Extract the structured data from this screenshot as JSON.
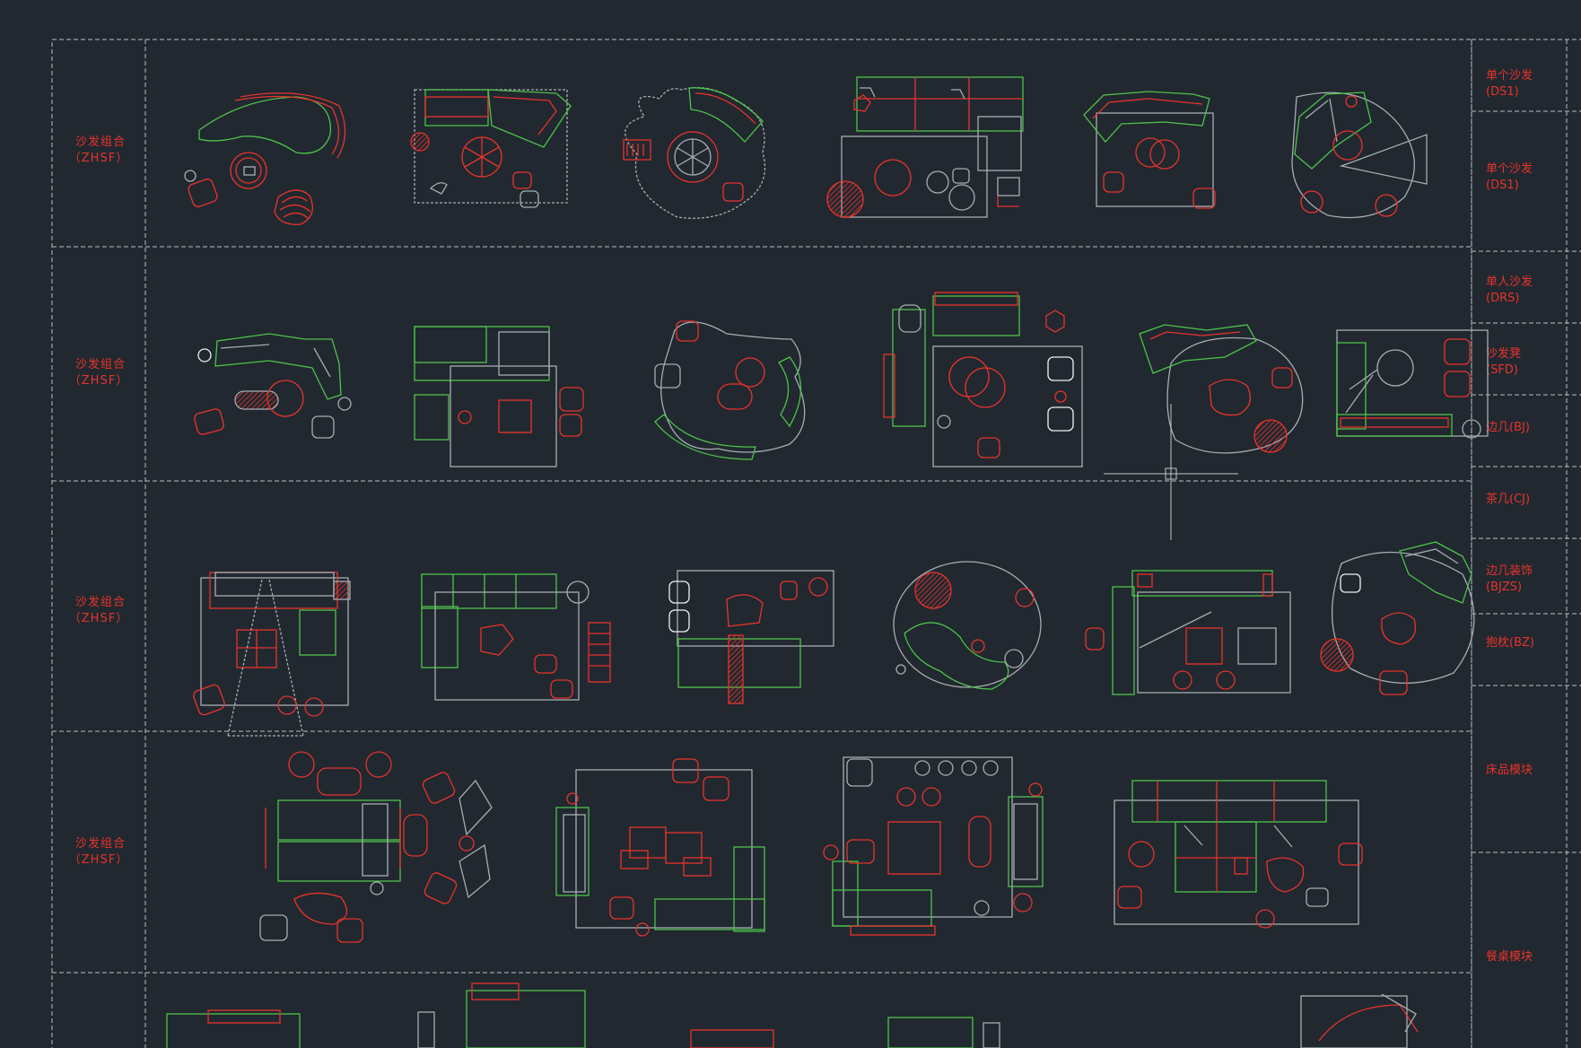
{
  "colors": {
    "background": "#212830",
    "red": "#e8332b",
    "green": "#4ec34a",
    "gray": "#a8adb3",
    "white": "#f0f0f0"
  },
  "row_labels": [
    {
      "line1": "沙发组合",
      "line2": "（ZHSF）"
    },
    {
      "line1": "沙发组合",
      "line2": "（ZHSF）"
    },
    {
      "line1": "沙发组合",
      "line2": "（ZHSF）"
    },
    {
      "line1": "沙发组合",
      "line2": "（ZHSF）"
    }
  ],
  "side_labels": [
    {
      "line1": "单个沙发",
      "line2": "(DS1)"
    },
    {
      "line1": "单个沙发",
      "line2": "(DS1)"
    },
    {
      "line1": "单人沙发",
      "line2": "(DRS)"
    },
    {
      "line1": "沙发凳",
      "line2": "(SFD)"
    },
    {
      "line1": "边几(BJ)",
      "line2": ""
    },
    {
      "line1": "茶几(CJ)",
      "line2": ""
    },
    {
      "line1": "边几装饰",
      "line2": "(BJZS)"
    },
    {
      "line1": "抱枕(BZ)",
      "line2": ""
    },
    {
      "line1": "床品模块",
      "line2": ""
    },
    {
      "line1": "餐桌模块",
      "line2": ""
    }
  ]
}
